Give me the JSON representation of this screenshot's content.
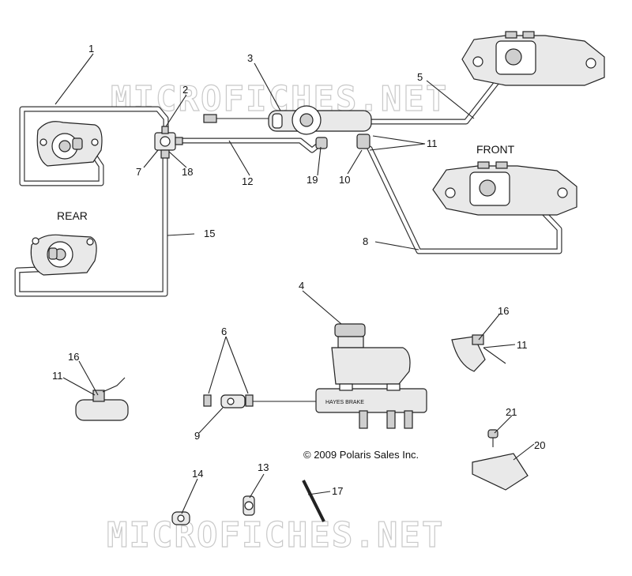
{
  "watermark": "MICROFICHES.NET",
  "copyright": "© 2009 Polaris Sales Inc.",
  "labels": {
    "front": "FRONT",
    "rear": "REAR"
  },
  "callouts": [
    "1",
    "2",
    "3",
    "4",
    "5",
    "6",
    "7",
    "8",
    "9",
    "10",
    "11",
    "11",
    "11",
    "12",
    "13",
    "14",
    "15",
    "16",
    "16",
    "17",
    "18",
    "19",
    "20",
    "21"
  ],
  "master_cylinder_text": "HAYES BRAKE"
}
